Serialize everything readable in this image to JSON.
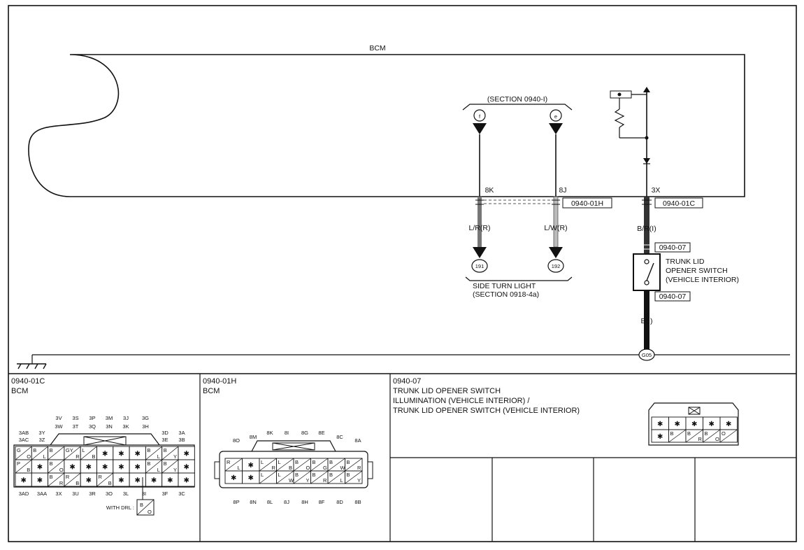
{
  "main": {
    "module_title": "BCM",
    "section_ref": "(SECTION 0940-I)",
    "term_f": "f",
    "term_e": "e",
    "pin_8k": "8K",
    "pin_8j": "8J",
    "pin_3x": "3X",
    "conn_01h": "0940-01H",
    "conn_01c": "0940-01C",
    "conn_07_top": "0940-07",
    "conn_07_bottom": "0940-07",
    "wire_lr": "L/R(R)",
    "wire_lw": "L/W(R)",
    "wire_br": "B/R(I)",
    "wire_b": "B(I)",
    "ref_191": "191",
    "ref_192": "192",
    "ground_ref": "G05",
    "side_turn_line1": "SIDE TURN LIGHT",
    "side_turn_line2": "(SECTION 0918-4a)",
    "switch_line1": "TRUNK LID",
    "switch_line2": "OPENER SWITCH",
    "switch_line3": "(VEHICLE INTERIOR)"
  },
  "panel_01c": {
    "code": "0940-01C",
    "name": "BCM",
    "top_labels_row1": [
      "3V",
      "3S",
      "3P",
      "3M",
      "3J",
      "3G"
    ],
    "top_labels_row2": [
      "3W",
      "3T",
      "3Q",
      "3N",
      "3K",
      "3H"
    ],
    "left_labels": [
      "3AB",
      "3Y",
      "3AC",
      "3Z"
    ],
    "right_labels": [
      "3D",
      "3A",
      "3E",
      "3B"
    ],
    "bottom_labels": [
      "3AD",
      "3AA",
      "3X",
      "3U",
      "3R",
      "3O",
      "3L",
      "3I",
      "3F",
      "3C"
    ],
    "drl_label": "WITH DRL :",
    "drl_top": "B",
    "drl_bottom": "O",
    "row1": [
      {
        "top": "G",
        "bottom": "O"
      },
      {
        "top": "B",
        "bottom": "L"
      },
      {
        "top": "B",
        "bottom": ""
      },
      {
        "top": "GY",
        "bottom": "R"
      },
      {
        "top": "L",
        "bottom": "B"
      },
      {
        "top": "*",
        "bottom": ""
      },
      {
        "top": "*",
        "bottom": ""
      },
      {
        "top": "*",
        "bottom": ""
      },
      {
        "top": "B",
        "bottom": "L"
      },
      {
        "top": "B",
        "bottom": "Y"
      },
      {
        "top": "*",
        "bottom": ""
      }
    ],
    "row2": [
      {
        "top": "P",
        "bottom": "B"
      },
      {
        "top": "*",
        "bottom": ""
      },
      {
        "top": "B",
        "bottom": "O"
      },
      {
        "top": "*",
        "bottom": ""
      },
      {
        "top": "*",
        "bottom": ""
      },
      {
        "top": "*",
        "bottom": ""
      },
      {
        "top": "*",
        "bottom": ""
      },
      {
        "top": "*",
        "bottom": ""
      },
      {
        "top": "B",
        "bottom": "L"
      },
      {
        "top": "B",
        "bottom": "Y"
      },
      {
        "top": "*",
        "bottom": ""
      }
    ],
    "row3": [
      {
        "top": "*",
        "bottom": ""
      },
      {
        "top": "*",
        "bottom": ""
      },
      {
        "top": "B",
        "bottom": "R"
      },
      {
        "top": "R",
        "bottom": "B"
      },
      {
        "top": "*",
        "bottom": ""
      },
      {
        "top": "R",
        "bottom": "B"
      },
      {
        "top": "*",
        "bottom": ""
      },
      {
        "top": "*",
        "bottom": ""
      },
      {
        "top": "*",
        "bottom": ""
      },
      {
        "top": "*",
        "bottom": ""
      },
      {
        "top": "*",
        "bottom": ""
      }
    ]
  },
  "panel_01h": {
    "code": "0940-01H",
    "name": "BCM",
    "top_labels": [
      "8O",
      "8M",
      "8K",
      "8I",
      "8G",
      "8E",
      "8C",
      "8A"
    ],
    "bottom_labels": [
      "8P",
      "8N",
      "8L",
      "8J",
      "8H",
      "8F",
      "8D",
      "8B"
    ],
    "row1": [
      {
        "top": "R",
        "bottom": "L"
      },
      {
        "top": "*",
        "bottom": ""
      },
      {
        "top": "L",
        "bottom": "R"
      },
      {
        "top": "L",
        "bottom": "B"
      },
      {
        "top": "B",
        "bottom": "O"
      },
      {
        "top": "B",
        "bottom": "G"
      },
      {
        "top": "B",
        "bottom": "W"
      },
      {
        "top": "B",
        "bottom": "R"
      }
    ],
    "row2": [
      {
        "top": "*",
        "bottom": ""
      },
      {
        "top": "*",
        "bottom": ""
      },
      {
        "top": "L",
        "bottom": ""
      },
      {
        "top": "L",
        "bottom": "W"
      },
      {
        "top": "B",
        "bottom": "Y"
      },
      {
        "top": "B",
        "bottom": "R"
      },
      {
        "top": "B",
        "bottom": "L"
      },
      {
        "top": "B",
        "bottom": "Y"
      }
    ]
  },
  "panel_07": {
    "code": "0940-07",
    "line1": "TRUNK LID OPENER SWITCH",
    "line2": "ILLUMINATION (VEHICLE INTERIOR) /",
    "line3": "TRUNK LID OPENER SWITCH (VEHICLE INTERIOR)",
    "row1": [
      {
        "top": "*",
        "bottom": ""
      },
      {
        "top": "*",
        "bottom": ""
      },
      {
        "top": "*",
        "bottom": ""
      },
      {
        "top": "*",
        "bottom": ""
      },
      {
        "top": "*",
        "bottom": ""
      }
    ],
    "row2": [
      {
        "top": "*",
        "bottom": ""
      },
      {
        "top": "B",
        "bottom": ""
      },
      {
        "top": "B",
        "bottom": "R"
      },
      {
        "top": "B",
        "bottom": "O"
      },
      {
        "top": "O",
        "bottom": ""
      }
    ]
  }
}
